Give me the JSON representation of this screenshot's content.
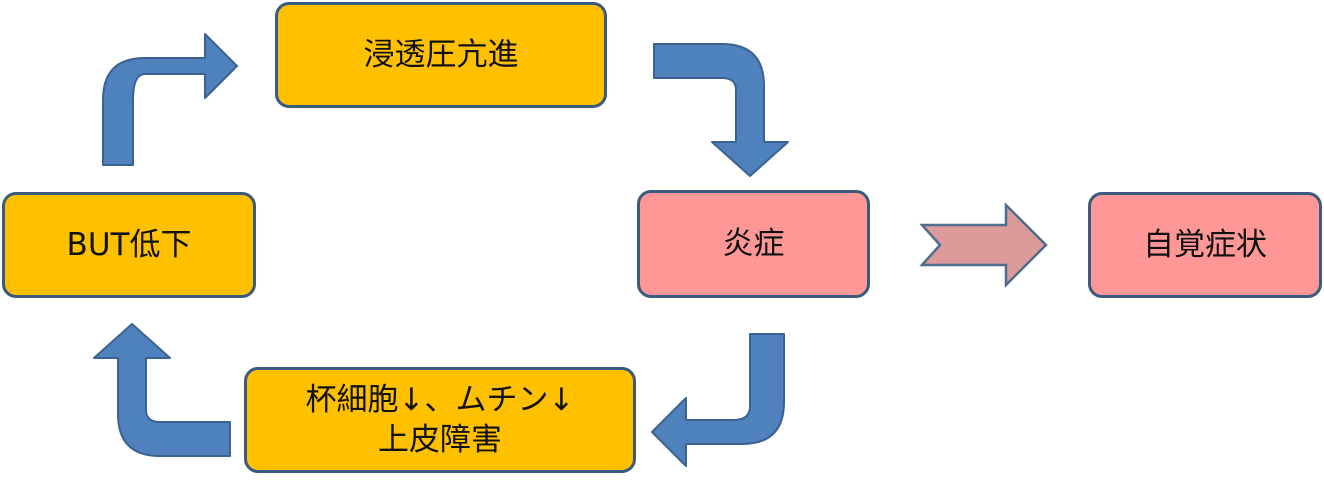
{
  "colors": {
    "node_yellow": "#ffc000",
    "node_pink": "#ff9797",
    "node_border": "#3a5a7e",
    "arrow_blue": "#4f81bd",
    "arrow_blue_border": "#3a6391",
    "arrow_pink": "#dc9a9a",
    "arrow_pink_border": "#4f6d8f"
  },
  "nodes": {
    "osmotic": {
      "label": "浸透圧亢進",
      "color": "node_yellow"
    },
    "but": {
      "label": "BUT低下",
      "color": "node_yellow"
    },
    "inflammation": {
      "label": "炎症",
      "color": "node_pink"
    },
    "symptoms": {
      "label": "自覚症状",
      "color": "node_pink"
    },
    "goblet": {
      "line1": "杯細胞↓、ムチン↓",
      "line2": "上皮障害",
      "color": "node_yellow"
    }
  },
  "edges": [
    {
      "from": "but",
      "to": "osmotic",
      "style": "curved",
      "color": "arrow_blue"
    },
    {
      "from": "osmotic",
      "to": "inflammation",
      "style": "curved",
      "color": "arrow_blue"
    },
    {
      "from": "inflammation",
      "to": "goblet",
      "style": "curved",
      "color": "arrow_blue"
    },
    {
      "from": "goblet",
      "to": "but",
      "style": "curved",
      "color": "arrow_blue"
    },
    {
      "from": "inflammation",
      "to": "symptoms",
      "style": "chevron",
      "color": "arrow_pink"
    }
  ]
}
